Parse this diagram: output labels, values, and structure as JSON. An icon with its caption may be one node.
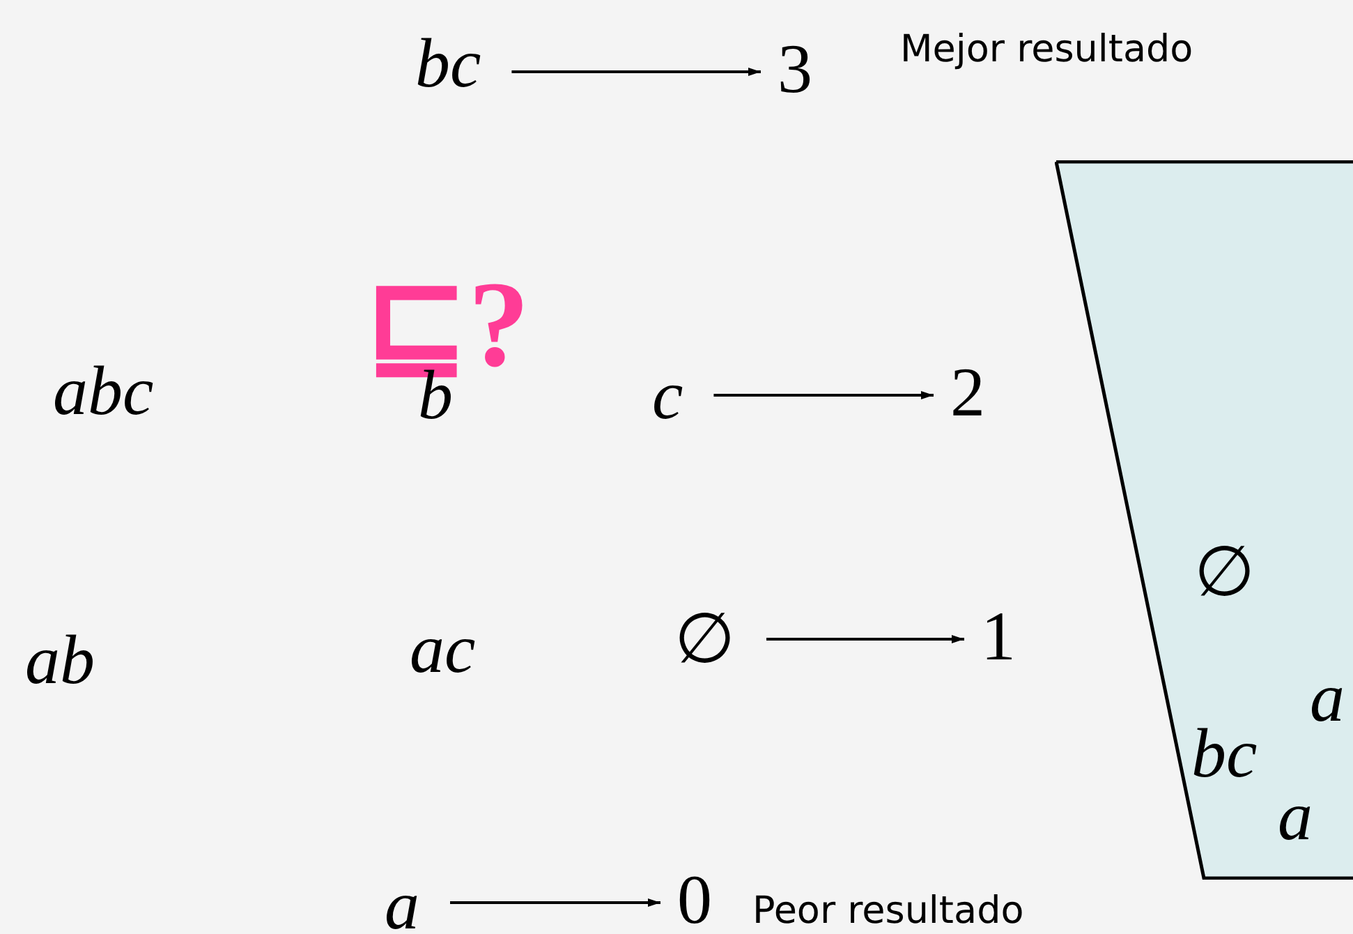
{
  "diagram": {
    "nodes": [
      {
        "text": [
          "bc"
        ]
      },
      {
        "text": [
          "3"
        ]
      },
      {
        "text": [
          "c"
        ]
      },
      {
        "text": [
          "2"
        ]
      },
      {
        "text": [
          "∅"
        ]
      },
      {
        "text": [
          "1"
        ]
      },
      {
        "text": [
          "a"
        ]
      },
      {
        "text": [
          "0"
        ]
      },
      {
        "text": [
          "∅",
          "a",
          "bc",
          "a"
        ]
      }
    ],
    "edges": [
      {
        "from": 0,
        "to": 1,
        "arrow": "to"
      },
      {
        "from": 2,
        "to": 3,
        "arrow": "to"
      },
      {
        "from": 4,
        "to": 5,
        "arrow": "to"
      },
      {
        "from": 6,
        "to": 7,
        "arrow": "to"
      }
    ],
    "labels": [
      "Mejor resultado",
      "abc",
      "⊑?",
      "b",
      "ab",
      "ac",
      "Peor resultado"
    ]
  }
}
